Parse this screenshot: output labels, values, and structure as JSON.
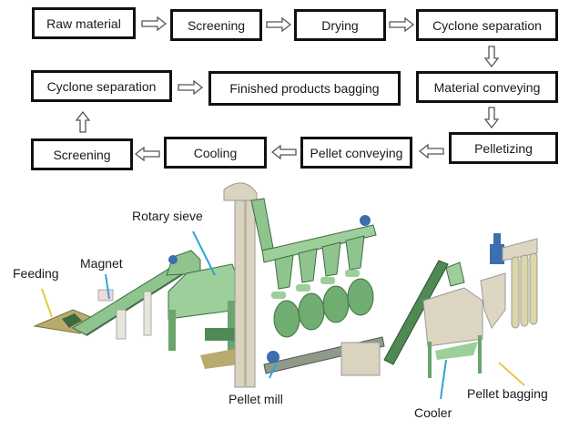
{
  "flow": {
    "steps": [
      {
        "id": "raw-material",
        "label": "Raw material"
      },
      {
        "id": "screening-1",
        "label": "Screening"
      },
      {
        "id": "drying",
        "label": "Drying"
      },
      {
        "id": "cyclone-separation-1",
        "label": "Cyclone separation"
      },
      {
        "id": "material-conveying",
        "label": "Material conveying"
      },
      {
        "id": "pelletizing",
        "label": "Pelletizing"
      },
      {
        "id": "pellet-conveying",
        "label": "Pellet conveying"
      },
      {
        "id": "cooling",
        "label": "Cooling"
      },
      {
        "id": "screening-2",
        "label": "Screening"
      },
      {
        "id": "cyclone-separation-2",
        "label": "Cyclone separation"
      },
      {
        "id": "finished-products-bagging",
        "label": "Finished products bagging"
      }
    ],
    "arrow_icon": "hollow-arrow-icon"
  },
  "plant": {
    "callouts": [
      {
        "id": "feeding",
        "label": "Feeding",
        "line_color": "#e8c84a"
      },
      {
        "id": "magnet",
        "label": "Magnet",
        "line_color": "#2aa7d6"
      },
      {
        "id": "rotary-sieve",
        "label": "Rotary sieve",
        "line_color": "#2aa7d6"
      },
      {
        "id": "pellet-mill",
        "label": "Pellet mill",
        "line_color": "#2aa7d6"
      },
      {
        "id": "cooler",
        "label": "Cooler",
        "line_color": "#2aa7d6"
      },
      {
        "id": "pellet-bagging",
        "label": "Pellet bagging",
        "line_color": "#e8c84a"
      }
    ],
    "colors": {
      "machine_green": "#8fc48f",
      "machine_dark_green": "#4f8a55",
      "frame_beige": "#d9d3c0",
      "motor_blue": "#3a6fb0",
      "hopper_tan": "#b9ab6e"
    }
  }
}
